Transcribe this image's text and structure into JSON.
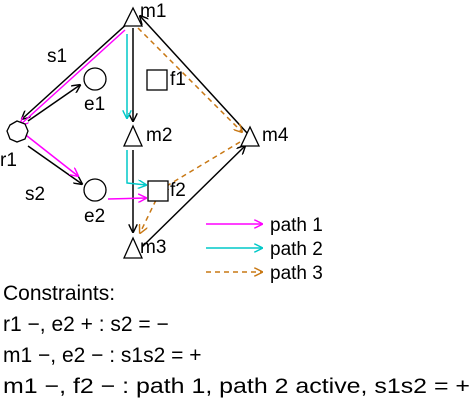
{
  "colors": {
    "black": "#000000",
    "path1": "#ff00ff",
    "path2": "#00c8c8",
    "path3": "#c87814"
  },
  "nodes": {
    "m1": "m1",
    "m2": "m2",
    "m3": "m3",
    "m4": "m4",
    "f1": "f1",
    "f2": "f2",
    "e1": "e1",
    "e2": "e2",
    "r1": "r1"
  },
  "edges": {
    "s1": "s1",
    "s2": "s2"
  },
  "legend": {
    "path1": "path 1",
    "path2": "path 2",
    "path3": "path 3"
  },
  "constraints": {
    "title": "Constraints:",
    "lines": [
      "r1 −, e2 + : s2 = −",
      "m1 −, e2 − : s1s2 = +",
      "m1 −, f2 − : path 1, path 2 active, s1s2 = +"
    ]
  }
}
